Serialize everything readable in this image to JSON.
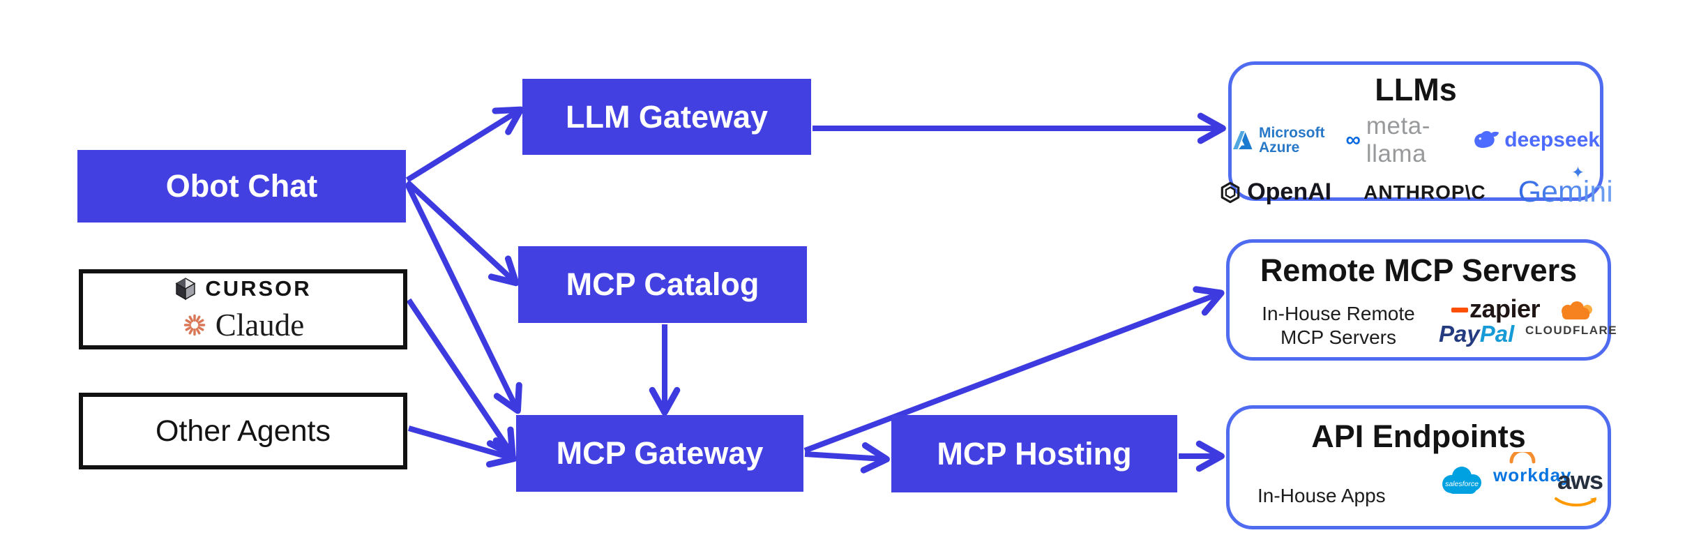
{
  "colors": {
    "node_fill": "#4340E2",
    "arrow": "#3D3BE0",
    "rounded_border": "#4F6BF0",
    "black_border": "#111111",
    "title_text": "#131313",
    "cursor_black": "#141414",
    "claude_rust": "#D97757",
    "azure_blue": "#2878C8",
    "meta_blue": "#0668E1",
    "meta_gray": "#97999B",
    "deepseek_blue": "#4D6BFE",
    "openai_black": "#16161E",
    "anthropic_black": "#181818",
    "gemini_blue": "#3E7DE8",
    "zapier_orange": "#FF4F00",
    "zapier_black": "#201515",
    "paypal_dark": "#253B80",
    "paypal_light": "#179BD7",
    "cloudflare_orange": "#F6821F",
    "cloudflare_light": "#FBAD41",
    "cloudflare_text": "#3D3D3E",
    "salesforce_blue": "#00A1E0",
    "workday_blue": "#0875E1",
    "workday_orange": "#F68D2E",
    "aws_navy": "#252F3E",
    "aws_orange": "#FF9900"
  },
  "nodes": {
    "obot_chat": {
      "label": "Obot Chat"
    },
    "llm_gateway": {
      "label": "LLM Gateway"
    },
    "mcp_catalog": {
      "label": "MCP Catalog"
    },
    "mcp_gateway": {
      "label": "MCP Gateway"
    },
    "mcp_hosting": {
      "label": "MCP Hosting"
    },
    "other_agents": {
      "label": "Other Agents"
    }
  },
  "local_agents": {
    "cursor": "CURSOR",
    "claude": "Claude"
  },
  "llms_box": {
    "title": "LLMs",
    "azure": {
      "line1": "Microsoft",
      "line2": "Azure"
    },
    "meta": {
      "infinity": "∞",
      "label": "meta-llama"
    },
    "deepseek": {
      "label": "deepseek"
    },
    "openai": {
      "label": "OpenAI"
    },
    "anthropic": {
      "label": "ANTHROP\\C"
    },
    "gemini": {
      "label": "Gemini",
      "sparkle": "✦"
    }
  },
  "remote_box": {
    "title": "Remote MCP Servers",
    "subtitle_line1": "In-House Remote",
    "subtitle_line2": "MCP Servers",
    "zapier": {
      "label": "zapier"
    },
    "paypal": {
      "pay": "Pay",
      "pal": "Pal"
    },
    "cloudflare": {
      "label": "CLOUDFLARE"
    }
  },
  "api_box": {
    "title": "API Endpoints",
    "subtitle": "In-House Apps",
    "salesforce": {
      "label": "salesforce"
    },
    "workday": {
      "label": "workday."
    },
    "aws": {
      "label": "aws"
    }
  }
}
